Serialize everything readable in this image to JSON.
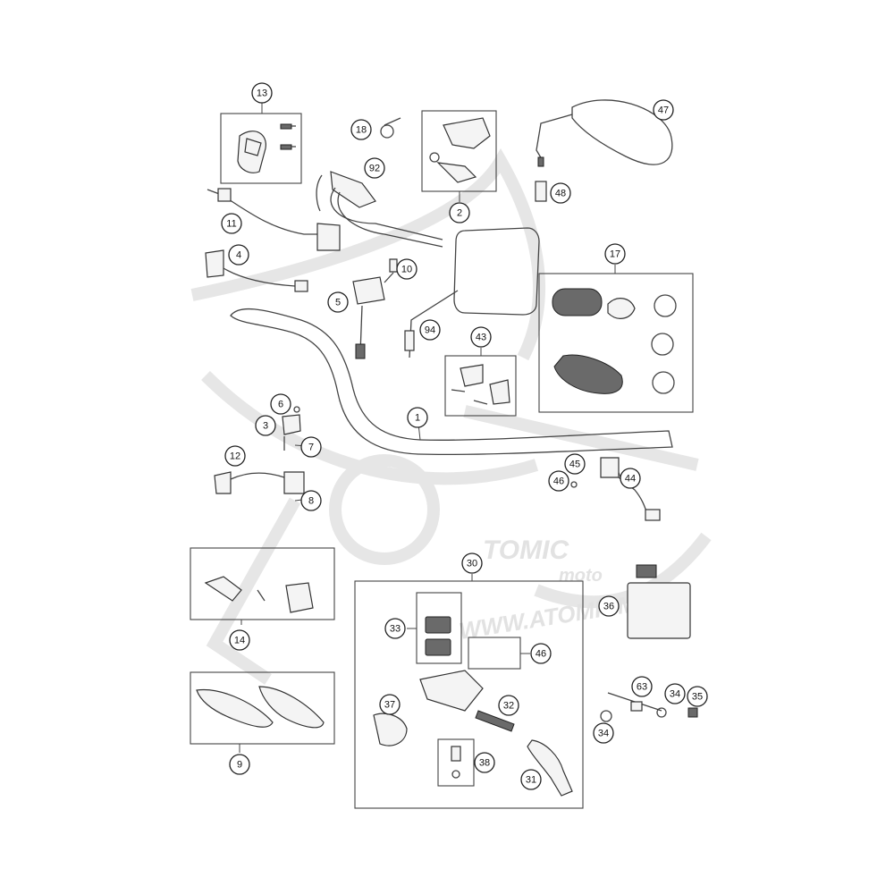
{
  "watermark": {
    "brand": "TOMIC",
    "sub": "moto",
    "url": "WWW.ATOMICM"
  },
  "callouts": [
    {
      "id": "13",
      "label": "13"
    },
    {
      "id": "18",
      "label": "18"
    },
    {
      "id": "92",
      "label": "92"
    },
    {
      "id": "2",
      "label": "2"
    },
    {
      "id": "47",
      "label": "47"
    },
    {
      "id": "48",
      "label": "48"
    },
    {
      "id": "11",
      "label": "11"
    },
    {
      "id": "4",
      "label": "4"
    },
    {
      "id": "10",
      "label": "10"
    },
    {
      "id": "5",
      "label": "5"
    },
    {
      "id": "94",
      "label": "94"
    },
    {
      "id": "17",
      "label": "17"
    },
    {
      "id": "43",
      "label": "43"
    },
    {
      "id": "6",
      "label": "6"
    },
    {
      "id": "1",
      "label": "1"
    },
    {
      "id": "3",
      "label": "3"
    },
    {
      "id": "7",
      "label": "7"
    },
    {
      "id": "12",
      "label": "12"
    },
    {
      "id": "8",
      "label": "8"
    },
    {
      "id": "45",
      "label": "45"
    },
    {
      "id": "46a",
      "label": "46"
    },
    {
      "id": "44",
      "label": "44"
    },
    {
      "id": "30",
      "label": "30"
    },
    {
      "id": "14",
      "label": "14"
    },
    {
      "id": "33",
      "label": "33"
    },
    {
      "id": "46b",
      "label": "46"
    },
    {
      "id": "36",
      "label": "36"
    },
    {
      "id": "37",
      "label": "37"
    },
    {
      "id": "32",
      "label": "32"
    },
    {
      "id": "63",
      "label": "63"
    },
    {
      "id": "34a",
      "label": "34"
    },
    {
      "id": "35",
      "label": "35"
    },
    {
      "id": "34b",
      "label": "34"
    },
    {
      "id": "38",
      "label": "38"
    },
    {
      "id": "9",
      "label": "9"
    },
    {
      "id": "31",
      "label": "31"
    }
  ]
}
